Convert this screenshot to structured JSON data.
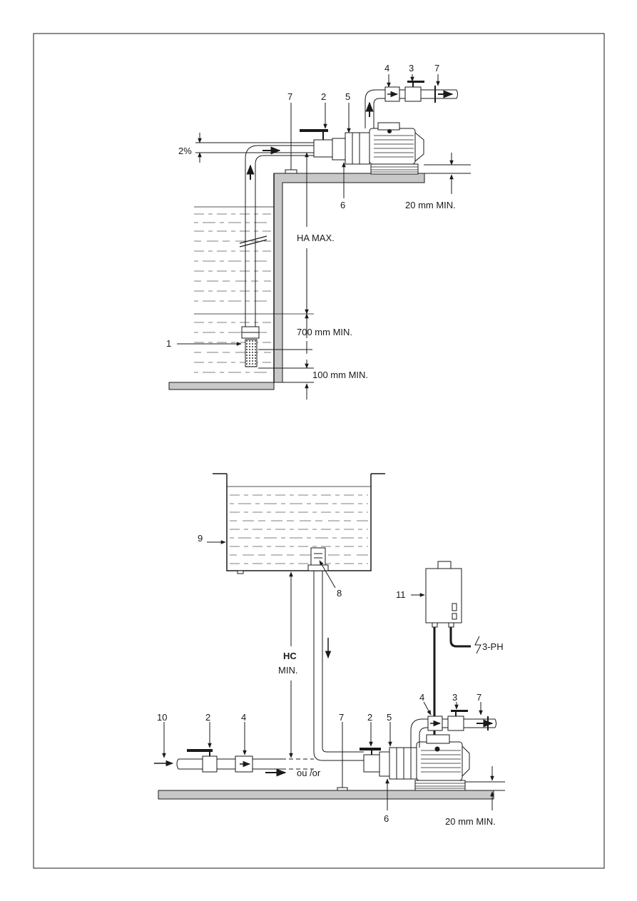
{
  "diagram_top": {
    "callouts": {
      "c1": "1",
      "c2": "2",
      "c3": "3",
      "c4": "4",
      "c5": "5",
      "c6": "6",
      "c7a": "7",
      "c7b": "7"
    },
    "slope_label": "2%",
    "head_label": "HA MAX.",
    "dim_700": "700 mm MIN.",
    "dim_100": "100 mm MIN.",
    "dim_20": "20 mm MIN."
  },
  "diagram_bottom": {
    "callouts": {
      "c2a": "2",
      "c2b": "2",
      "c3": "3",
      "c4a": "4",
      "c4b": "4",
      "c5": "5",
      "c6": "6",
      "c7a": "7",
      "c7b": "7",
      "c8": "8",
      "c9": "9",
      "c10": "10",
      "c11": "11"
    },
    "hc_bold": "HC",
    "hc_min": "MIN.",
    "ou_or": "ou /or",
    "power": "3-PH",
    "dim_20": "20 mm MIN."
  },
  "colors": {
    "ground": "#c8c8c8",
    "line": "#1a1a1a",
    "water_dash": "#555555"
  }
}
